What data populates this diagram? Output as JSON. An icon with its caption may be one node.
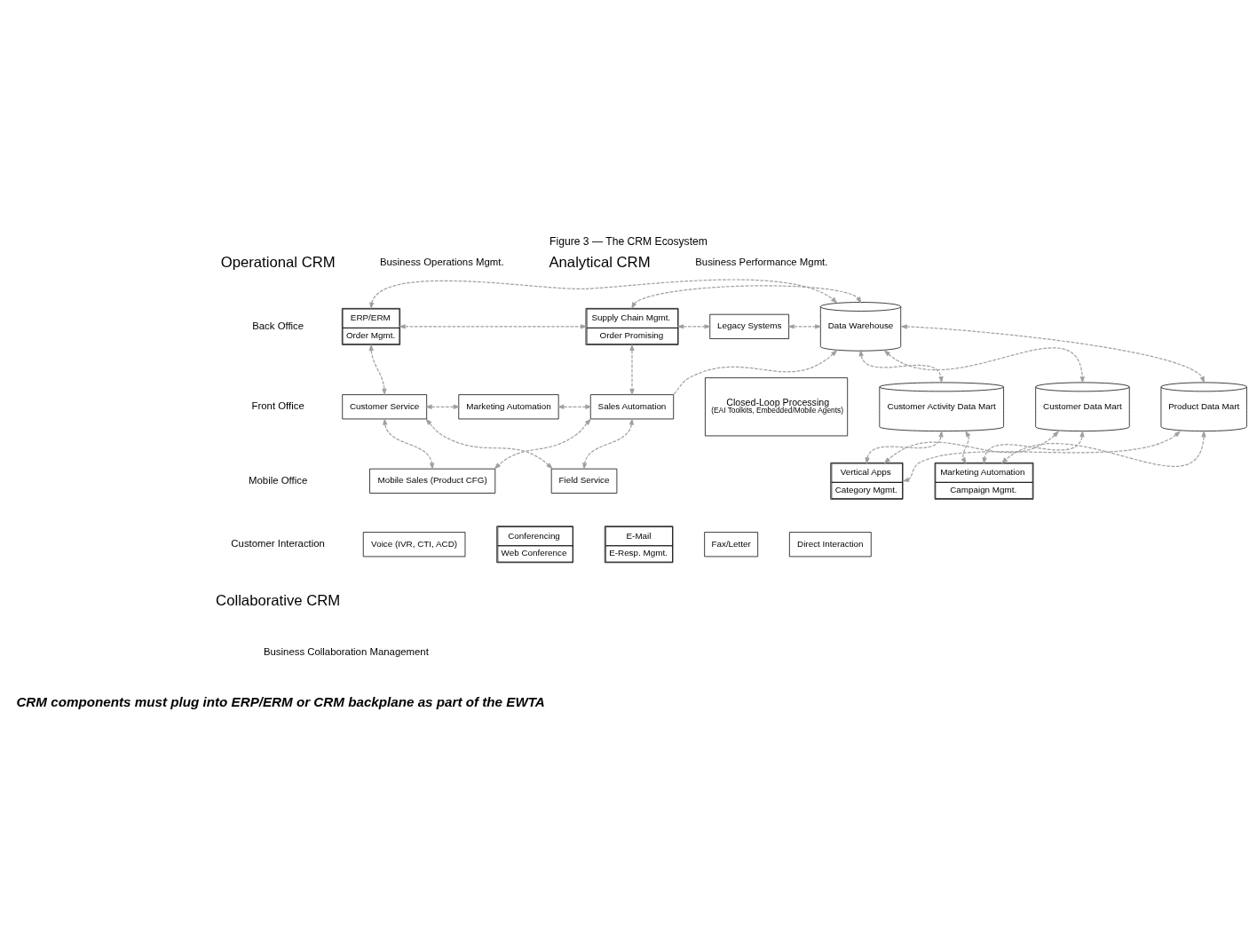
{
  "diagram": {
    "title": "Figure 3 — The CRM Ecosystem",
    "nodes": [
      {
        "text": [
          "ERP/ERM",
          "Order Mgmt."
        ]
      },
      {
        "text": [
          "Supply Chain Mgmt.",
          "Order Promising"
        ]
      },
      {
        "text": [
          "Legacy Systems"
        ]
      },
      {
        "text": [
          "Customer Service"
        ]
      },
      {
        "text": [
          "Marketing Automation"
        ]
      },
      {
        "text": [
          "Sales Automation"
        ]
      },
      {
        "text": [
          "Mobile Sales (Product CFG)"
        ]
      },
      {
        "text": [
          "Field Service"
        ]
      },
      {
        "text": [
          "Closed-Loop Processing",
          "(EAI Toolkits, Embedded/Mobile Agents)"
        ]
      },
      {
        "text": [
          "Data Warehouse"
        ]
      },
      {
        "text": [
          "Customer Activity Data Mart"
        ]
      },
      {
        "text": [
          "Customer Data Mart"
        ]
      },
      {
        "text": [
          "Product Data Mart"
        ]
      },
      {
        "text": [
          "Vertical Apps",
          "Category Mgmt."
        ]
      },
      {
        "text": [
          "Marketing Automation",
          "Campaign Mgmt."
        ]
      },
      {
        "text": [
          "Voice (IVR, CTI, ACD)"
        ]
      },
      {
        "text": [
          "Conferencing",
          "Web Conference"
        ]
      },
      {
        "text": [
          "E-Mail",
          "E-Resp. Mgmt."
        ]
      },
      {
        "text": [
          "Fax/Letter"
        ]
      },
      {
        "text": [
          "Direct Interaction"
        ]
      }
    ],
    "edges": [
      {
        "from": 0,
        "to": 1,
        "arrow": "both",
        "style": "dashed"
      },
      {
        "from": 1,
        "to": 2,
        "arrow": "both",
        "style": "dashed"
      },
      {
        "from": 0,
        "to": 9,
        "arrow": "both",
        "style": "dashed"
      },
      {
        "from": 1,
        "to": 9,
        "arrow": "both",
        "style": "dashed"
      },
      {
        "from": 2,
        "to": 9,
        "arrow": "both",
        "style": "dashed"
      },
      {
        "from": 0,
        "to": 3,
        "arrow": "both",
        "style": "dashed"
      },
      {
        "from": 1,
        "to": 5,
        "arrow": "both",
        "style": "dashed"
      },
      {
        "from": 3,
        "to": 4,
        "arrow": "both",
        "style": "dashed"
      },
      {
        "from": 4,
        "to": 5,
        "arrow": "both",
        "style": "dashed"
      },
      {
        "from": 5,
        "to": 9,
        "arrow": "to",
        "style": "dashed"
      },
      {
        "from": 3,
        "to": 6,
        "arrow": "both",
        "style": "dashed"
      },
      {
        "from": 3,
        "to": 7,
        "arrow": "both",
        "style": "dashed"
      },
      {
        "from": 5,
        "to": 6,
        "arrow": "both",
        "style": "dashed"
      },
      {
        "from": 5,
        "to": 7,
        "arrow": "both",
        "style": "dashed"
      },
      {
        "from": 9,
        "to": 10,
        "arrow": "both",
        "style": "dashed"
      },
      {
        "from": 9,
        "to": 11,
        "arrow": "both",
        "style": "dashed"
      },
      {
        "from": 9,
        "to": 12,
        "arrow": "both",
        "style": "dashed"
      },
      {
        "from": 10,
        "to": 13,
        "arrow": "both",
        "style": "dashed"
      },
      {
        "from": 11,
        "to": 13,
        "arrow": "both",
        "style": "dashed"
      },
      {
        "from": 12,
        "to": 13,
        "arrow": "both",
        "style": "dashed"
      },
      {
        "from": 10,
        "to": 14,
        "arrow": "both",
        "style": "dashed"
      },
      {
        "from": 11,
        "to": 14,
        "arrow": "both",
        "style": "dashed"
      },
      {
        "from": 12,
        "to": 14,
        "arrow": "both",
        "style": "dashed"
      }
    ],
    "labels": [
      "Operational CRM",
      "Business Operations Mgmt.",
      "Analytical CRM",
      "Business Performance Mgmt.",
      "Back Office",
      "Front Office",
      "Mobile Office",
      "Customer Interaction",
      "Collaborative CRM",
      "Business Collaboration Management",
      "CRM components must plug into ERP/ERM or CRM backplane as part of the EWTA"
    ]
  }
}
